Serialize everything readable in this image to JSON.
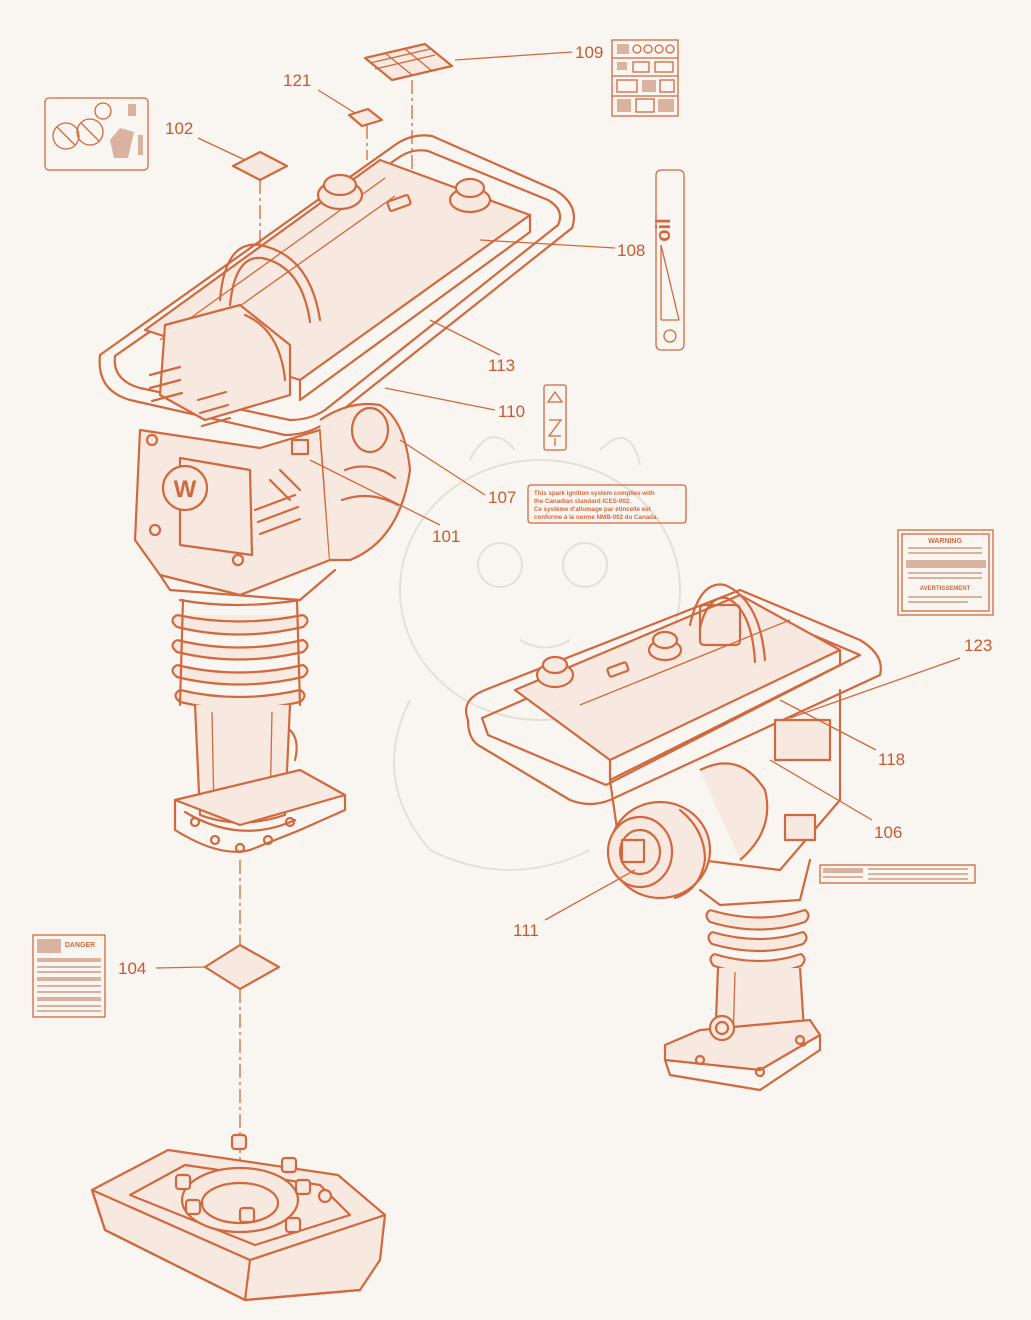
{
  "callouts": {
    "c101": "101",
    "c102": "102",
    "c104": "104",
    "c106": "106",
    "c107": "107",
    "c108": "108",
    "c109": "109",
    "c110": "110",
    "c111": "111",
    "c113": "113",
    "c118": "118",
    "c121": "121",
    "c123": "123"
  },
  "decal_107": {
    "line1": "This spark ignition system complies with",
    "line2": "the Canadian standard ICES-002.",
    "line3": "Ce système d'allumage par étincelle est",
    "line4": "conforme à la norme NMB-002 du Canada."
  },
  "decal_123": {
    "heading1": "WARNING",
    "heading2": "AVERTISSEMENT"
  },
  "decal_104": {
    "heading": "DANGER"
  },
  "brand": {
    "logo_letter": "W"
  },
  "colors": {
    "line": "#d0693f",
    "text": "#c85a32",
    "background": "#f9f6f1"
  }
}
